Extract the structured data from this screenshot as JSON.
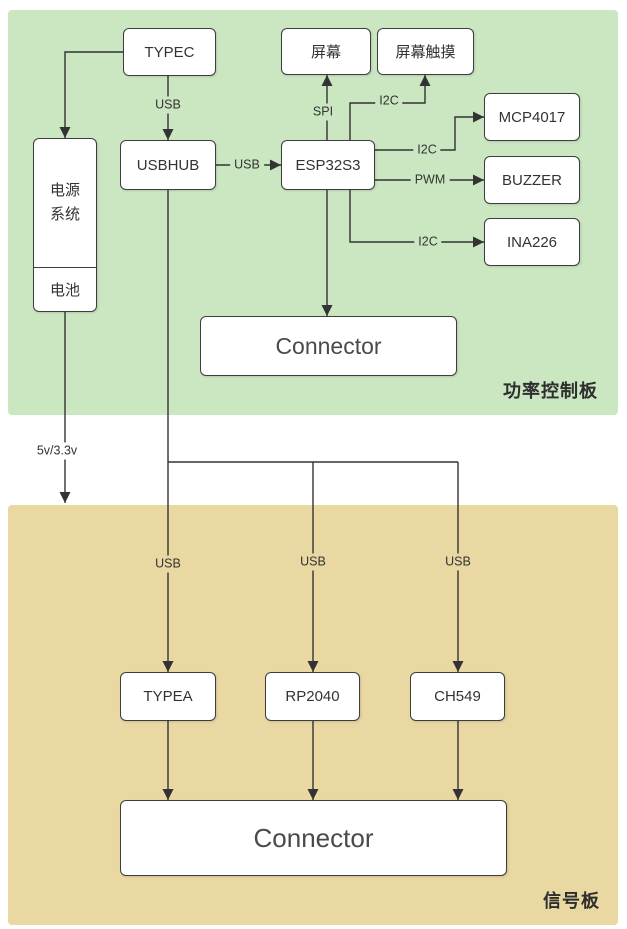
{
  "power_board": {
    "title": "功率控制板",
    "typec": "TYPEC",
    "screen": "屏幕",
    "screen_touch": "屏幕触摸",
    "mcp4017": "MCP4017",
    "usbhub": "USBHUB",
    "esp32s3": "ESP32S3",
    "buzzer": "BUZZER",
    "ina226": "INA226",
    "power_system": "电源系统",
    "battery": "电池",
    "connector": "Connector",
    "labels": {
      "typec_usb": "USB",
      "hub_esp_usb": "USB",
      "spi": "SPI",
      "touch_i2c": "I2C",
      "mcp_i2c": "I2C",
      "buzzer_pwm": "PWM",
      "ina_i2c": "I2C"
    }
  },
  "signal_board": {
    "title": "信号板",
    "typea": "TYPEA",
    "rp2040": "RP2040",
    "ch549": "CH549",
    "connector": "Connector",
    "labels": {
      "typea_usb": "USB",
      "rp2040_usb": "USB",
      "ch549_usb": "USB"
    }
  },
  "interconnect": {
    "power_rail": "5v/3.3v"
  },
  "colors": {
    "power_board_bg": "#cbe7c2",
    "signal_board_bg": "#e9d8a2",
    "line": "#333333",
    "box_border": "#3d3d3d"
  }
}
